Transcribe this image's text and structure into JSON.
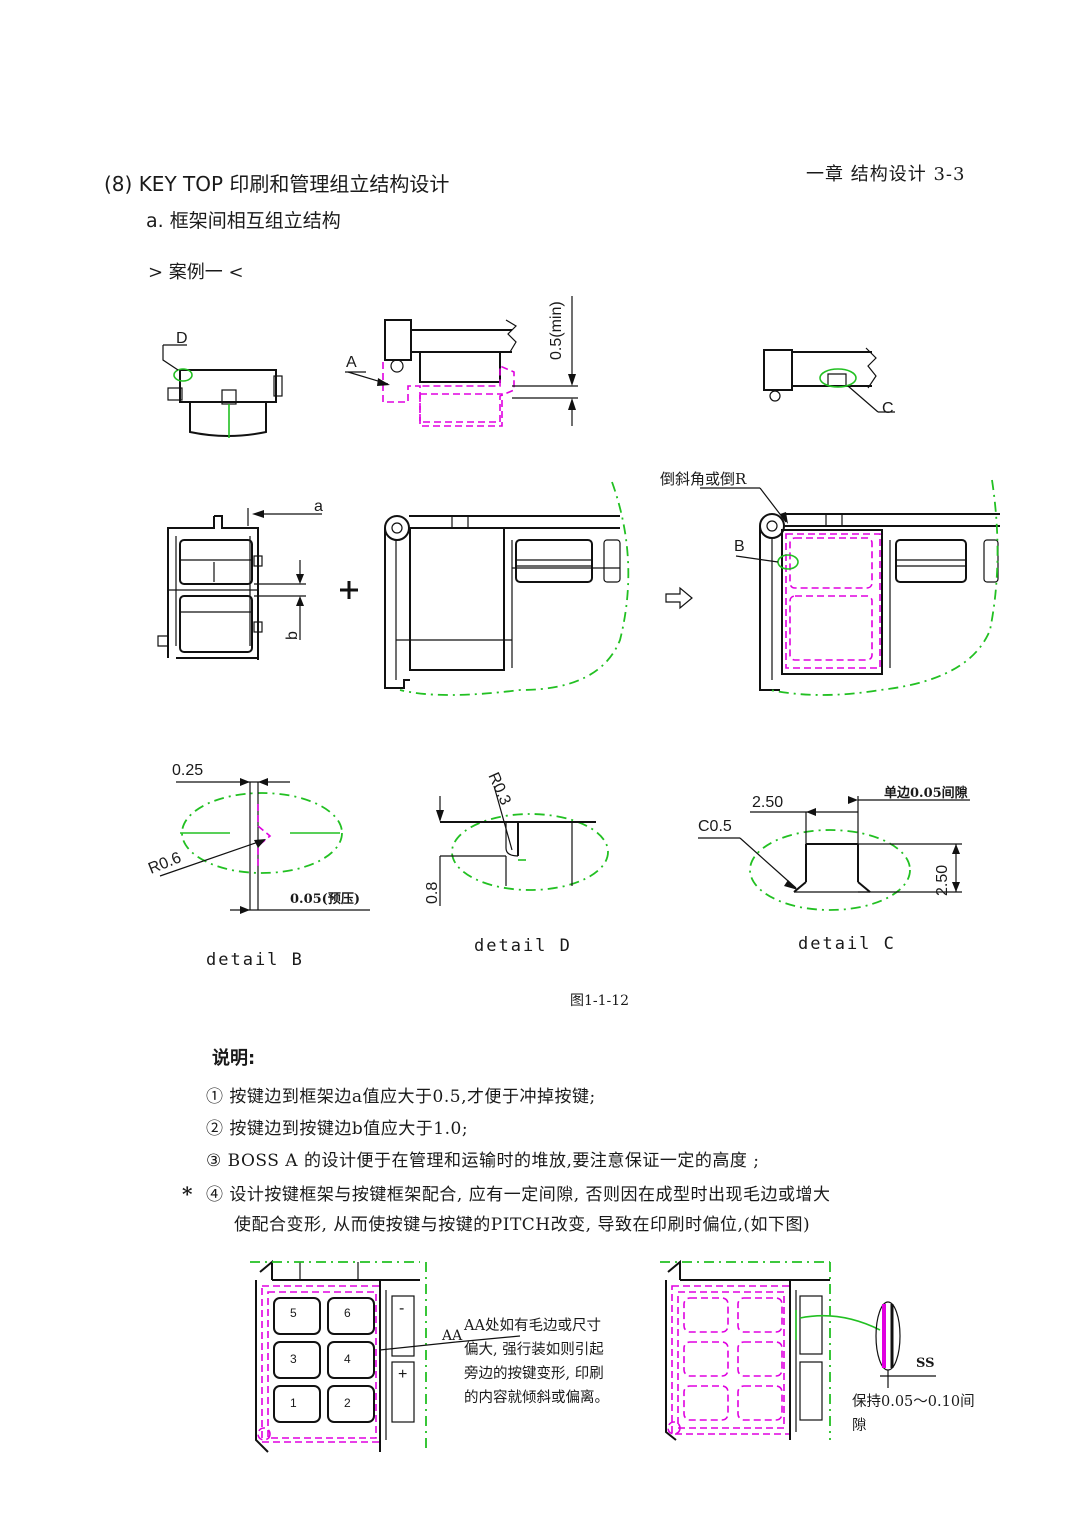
{
  "header": {
    "section_title": "(8) KEY TOP 印刷和管理组立结构设计",
    "chapter": "一章  结构设计 3-3",
    "subsection": "a. 框架间相互组立结构",
    "case_label": "> 案例一 <"
  },
  "figure": {
    "labels": {
      "D": "D",
      "A": "A",
      "C": "C",
      "B": "B",
      "a": "a",
      "b": "b",
      "min_dim": "0.5(min)",
      "chamfer_note": "倒斜角或倒R",
      "plus": "+",
      "dim_025": "0.25",
      "r06": "R0.6",
      "preload": "0.05(预压)",
      "r03": "R0.3",
      "dim_08": "0.8",
      "dim_250_top": "2.50",
      "c05": "C0.5",
      "gap_note": "单边0.05间隙",
      "dim_250_side": "2.50"
    },
    "details": [
      "detail B",
      "detail D",
      "detail C"
    ],
    "caption": "图1-1-12"
  },
  "notes": {
    "heading": "说明:",
    "items": [
      "① 按键边到框架边a值应大于0.5,才便于冲掉按键;",
      "② 按键边到按键边b值应大于1.0;",
      "③ BOSS A 的设计便于在管理和运输时的堆放,要注意保证一定的高度 ;",
      "④ 设计按键框架与按键框架配合, 应有一定间隙, 否则因在成型时出现毛边或增大",
      "使配合变形, 从而使按键与按键的PITCH改变, 导致在印刷时偏位,(如下图)"
    ],
    "star": "*"
  },
  "bottom_figure": {
    "keys": [
      "5",
      "6",
      "3",
      "4",
      "1",
      "2"
    ],
    "minus": "-",
    "plus": "+",
    "aa": "AA",
    "aa_note": "AA处如有毛边或尺寸偏大, 强行装如则引起旁边的按键变形, 印刷的内容就倾斜或偏离。",
    "ss": "SS",
    "gap_keep": "保持0.05～0.10间隙"
  }
}
